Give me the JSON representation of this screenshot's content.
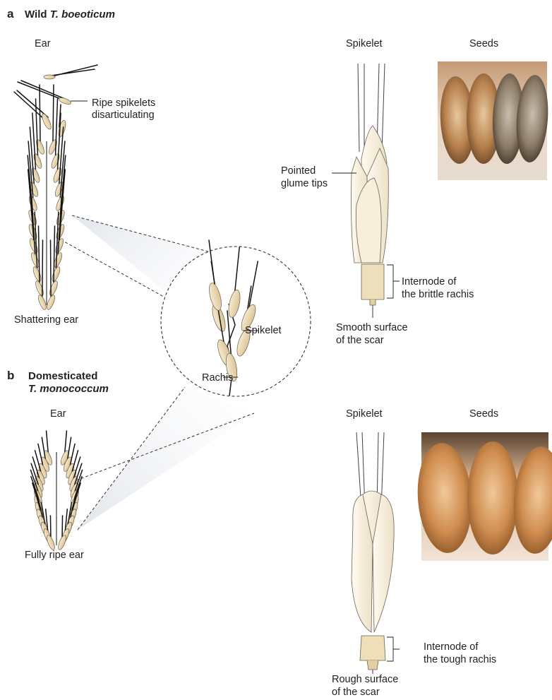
{
  "panel_a": {
    "letter": "a",
    "title_prefix": "Wild ",
    "title_species": "T. boeoticum",
    "ear_heading": "Ear",
    "spikelet_heading": "Spikelet",
    "seeds_heading": "Seeds",
    "label_ripe_line1": "Ripe spikelets",
    "label_ripe_line2": "disarticulating",
    "label_shattering": "Shattering ear",
    "label_glume_line1": "Pointed",
    "label_glume_line2": "glume tips",
    "label_internode_line1": "Internode of",
    "label_internode_line2": "the brittle rachis",
    "label_scar_line1": "Smooth surface",
    "label_scar_line2": "of the scar",
    "label_spikelet_detail": "Spikelet",
    "label_rachis": "Rachis"
  },
  "panel_b": {
    "letter": "b",
    "title_line1": "Domesticated",
    "title_species": "T. monococcum",
    "ear_heading": "Ear",
    "spikelet_heading": "Spikelet",
    "seeds_heading": "Seeds",
    "label_ripe_ear": "Fully ripe ear",
    "label_internode_line1": "Internode of",
    "label_internode_line2": "the tough rachis",
    "label_scar_line1": "Rough surface",
    "label_scar_line2": "of the scar"
  },
  "colors": {
    "grain_light": "#f1e3bf",
    "grain_dark": "#dcc393",
    "seed_photo_a": "#a8774a",
    "seed_photo_b": "#c7874a",
    "magnifier_shade": "#e4e7ec"
  }
}
